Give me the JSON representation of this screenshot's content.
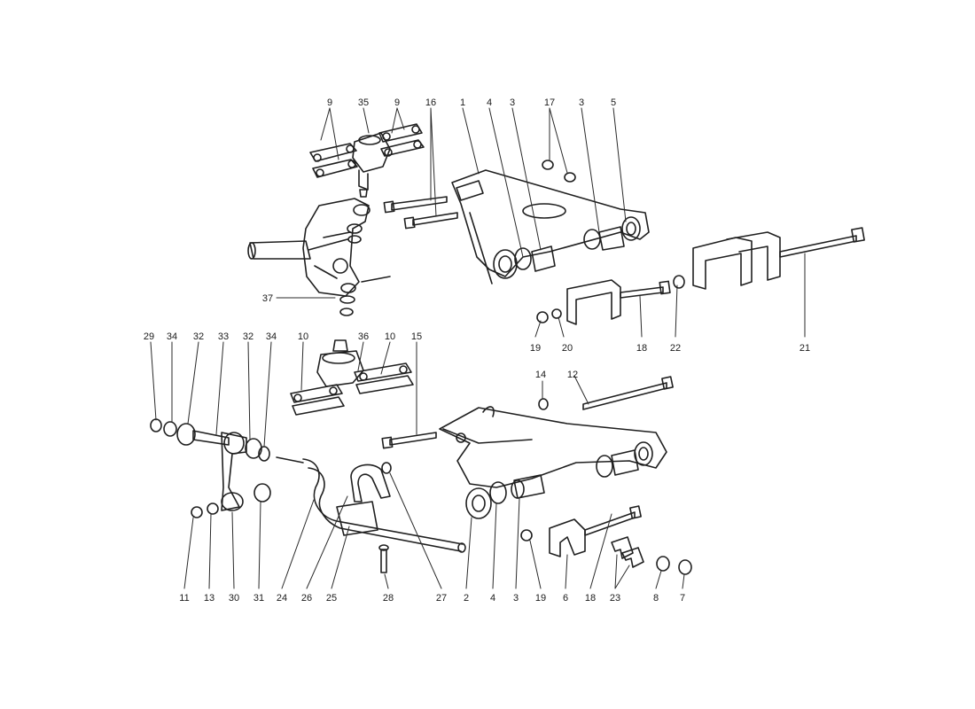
{
  "top_labels": [
    "9",
    "35",
    "9",
    "16",
    "1",
    "4",
    "3",
    "17",
    "3",
    "5"
  ],
  "upper_right_labels": [
    "19",
    "20",
    "18",
    "22",
    "21"
  ],
  "knuckle_label": "37",
  "mid_left_labels": [
    "29",
    "34",
    "32",
    "33",
    "32",
    "34",
    "10",
    "36",
    "10",
    "15"
  ],
  "mid_right_labels": [
    "14",
    "12"
  ],
  "bottom_labels": [
    "11",
    "13",
    "30",
    "31",
    "24",
    "26",
    "25",
    "28",
    "27",
    "2",
    "4",
    "3",
    "19",
    "6",
    "18",
    "23",
    "8",
    "7"
  ]
}
